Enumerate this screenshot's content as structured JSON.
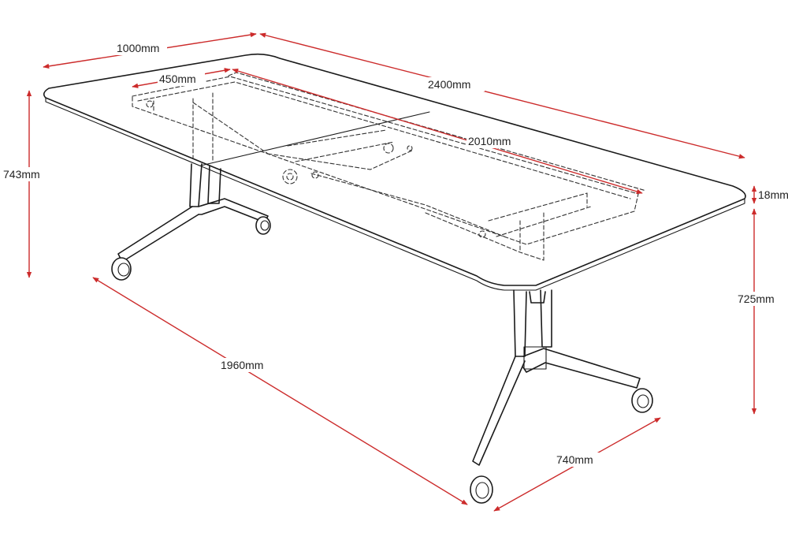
{
  "colors": {
    "dimension": "#cc2b2b",
    "outline": "#1a1a1a",
    "background": "#ffffff"
  },
  "dimensions": {
    "top_width": "1000mm",
    "top_length": "2400mm",
    "frame_width": "450mm",
    "frame_length": "2010mm",
    "total_height": "743mm",
    "top_thickness": "18mm",
    "leg_height": "725mm",
    "base_length": "1960mm",
    "base_width": "740mm"
  }
}
